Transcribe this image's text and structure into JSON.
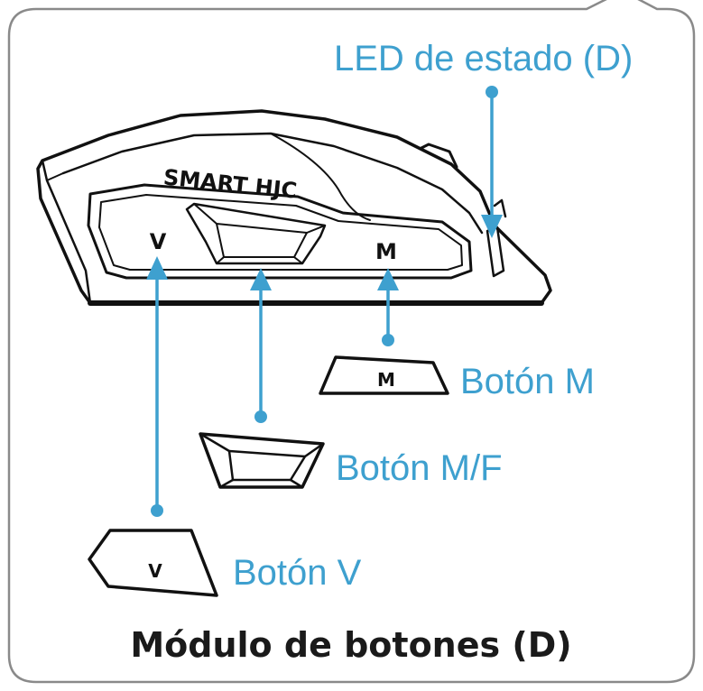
{
  "labels": {
    "led": "LED de estado (D)",
    "button_m": "Botón M",
    "button_mf": "Botón M/F",
    "button_v": "Botón V"
  },
  "device": {
    "brand": "SMART HJC",
    "key_v": "V",
    "key_m": "M"
  },
  "button_caps": {
    "m": "M",
    "v": "V"
  },
  "caption": "Módulo de botones (D)",
  "colors": {
    "accent": "#3ea0cf",
    "outline": "#111111",
    "frame": "#8a8a8a",
    "text": "#1a1a1a"
  }
}
